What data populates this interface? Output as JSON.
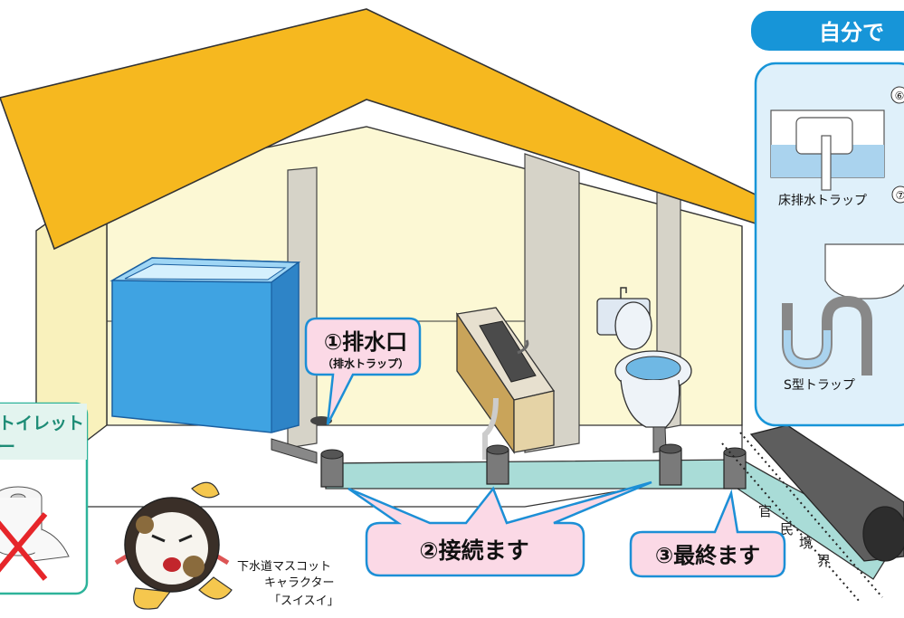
{
  "banner": {
    "title": "自分で"
  },
  "traps": {
    "floor_trap_label": "床排水トラップ",
    "s_trap_label": "S型トラップ",
    "circle_labels": [
      "⑥",
      "⑦"
    ]
  },
  "callouts": {
    "drain_title": "①排水口",
    "drain_subtitle": "（排水トラップ）",
    "connect": "②接続ます",
    "final": "③最終ます"
  },
  "left_panel": {
    "line1": "トイレット",
    "line2": "ー"
  },
  "mascot": {
    "line1": "下水道マスコット",
    "line2": "キャラクター",
    "line3": "「スイスイ」"
  },
  "boundary": {
    "chars": [
      "官",
      "民",
      "境",
      "界"
    ]
  },
  "colors": {
    "roof": "#f6b81f",
    "wall": "#fbf6cc",
    "banner": "#1795d8",
    "pipe": "#a9dcd7",
    "callout_fill": "#fbd9e6",
    "callout_stroke": "#1c8fd6",
    "left_panel_stroke": "#2db39a"
  }
}
